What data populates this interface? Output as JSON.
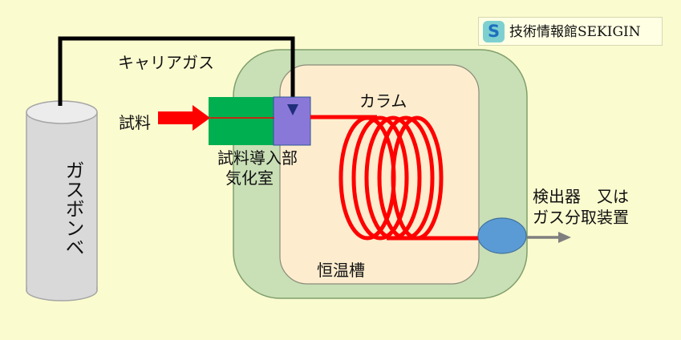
{
  "brand": {
    "icon_letter": "S",
    "text": "技術情報館SEKIGIN"
  },
  "labels": {
    "carrier_gas": "キャリアガス",
    "sample": "試料",
    "injector_line1": "試料導入部",
    "injector_line2": "気化室",
    "column": "カラム",
    "oven": "恒温槽",
    "detector_line1": "検出器　又は",
    "detector_line2": "ガス分取装置",
    "cylinder": "ガスボンベ"
  },
  "colors": {
    "background": "#fbfbd0",
    "outer_oven": "#c9dfb6",
    "inner_oven": "#fdedce",
    "injector": "#00b050",
    "vaporizer": "#8a78d8",
    "column": "#ff0000",
    "detector": "#5b9bd5",
    "gas_line": "#000000",
    "output_arrow": "#7f7f7f",
    "cylinder": "#d9d9d9"
  }
}
